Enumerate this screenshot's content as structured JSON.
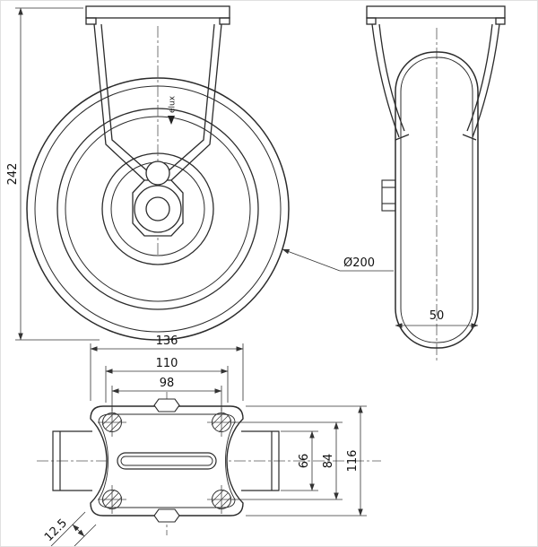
{
  "drawing": {
    "type": "caster-wheel-technical-drawing",
    "front_view": {
      "height": "242",
      "diameter": "Ø200",
      "brand": "elux"
    },
    "side_view": {
      "width": "50"
    },
    "top_view": {
      "plate_width": "136",
      "hole_spacing_outer": "110",
      "hole_spacing": "98",
      "body_height": "66",
      "hole_spacing_vertical": "84",
      "plate_height": "116",
      "corner_offset": "12.5"
    }
  }
}
